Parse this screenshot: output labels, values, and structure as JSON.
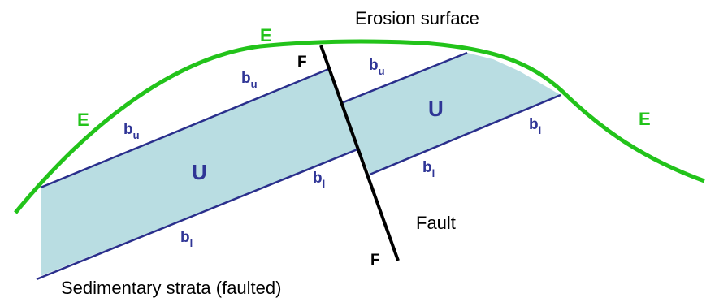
{
  "labels": {
    "erosion_surface": "Erosion surface",
    "fault": "Fault",
    "strata": "Sedimentary strata (faulted)",
    "fault_marker": "F",
    "erosion_marker": "E",
    "unit": "U",
    "bed_letter": "b",
    "upper_sub": "u",
    "lower_sub": "l"
  },
  "colors": {
    "erosion_surface": "#22c31a",
    "bed_boundary": "#2a2f8c",
    "unit_fill": "#b9dde2",
    "fault": "#000000",
    "label_blue": "#2f3596"
  }
}
